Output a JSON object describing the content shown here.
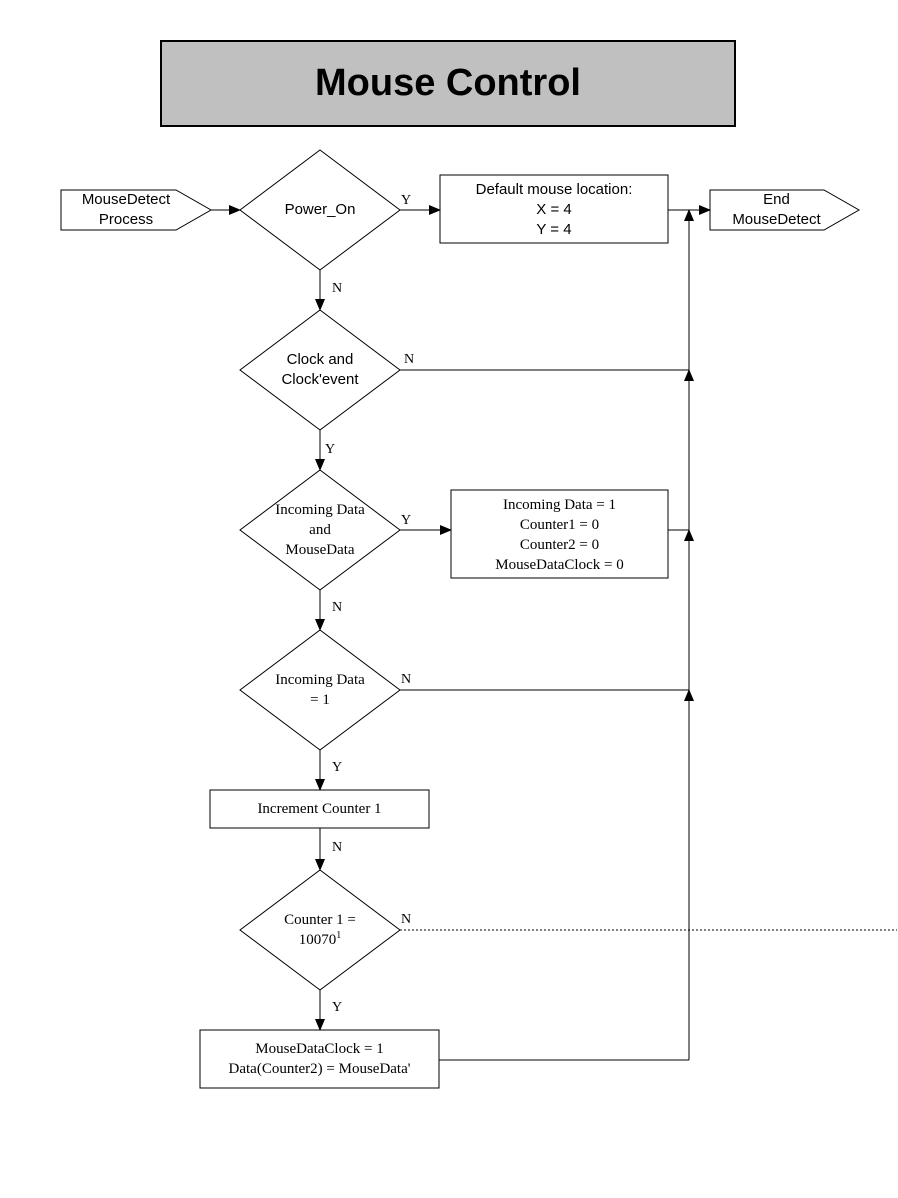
{
  "title": "Mouse Control",
  "start": {
    "line1": "MouseDetect",
    "line2": "Process"
  },
  "end": {
    "line1": "End",
    "line2": "MouseDetect"
  },
  "decision_power_on": "Power_On",
  "decision_clock": {
    "line1": "Clock and",
    "line2": "Clock'event"
  },
  "decision_incoming_and": {
    "line1": "Incoming Data",
    "line2": "and",
    "line3": "MouseData"
  },
  "decision_incoming_eq": {
    "line1": "Incoming Data",
    "line2": "= 1"
  },
  "decision_counter": {
    "line1": "Counter 1 =",
    "line2": "10070",
    "footnote": "1"
  },
  "process_default": {
    "line1": "Default mouse location:",
    "line2": "X = 4",
    "line3": "Y = 4"
  },
  "process_reset": {
    "line1": "Incoming Data = 1",
    "line2": "Counter1 = 0",
    "line3": "Counter2 = 0",
    "line4": "MouseDataClock = 0"
  },
  "process_increment": "Increment Counter 1",
  "process_store": {
    "line1": "MouseDataClock = 1",
    "line2": "Data(Counter2) = MouseData'"
  },
  "labels": {
    "yes": "Y",
    "no": "N"
  },
  "colors": {
    "title_fill": "#c0c0c0",
    "line": "#000000",
    "background": "#ffffff"
  }
}
